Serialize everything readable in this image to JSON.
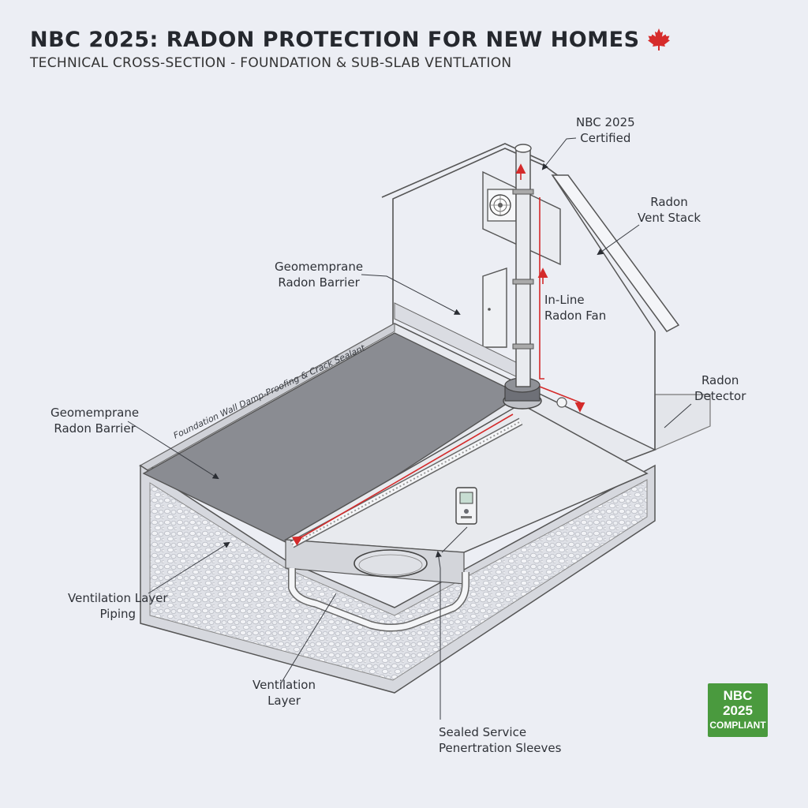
{
  "header": {
    "title": "NBC 2025: RADON PROTECTION FOR NEW HOMES",
    "subtitle": "TECHNICAL CROSS-SECTION - FOUNDATION & SUB-SLAB VENTLATION"
  },
  "labels": {
    "certified_l1": "NBC 2025",
    "certified_l2": "Certified",
    "vent_stack_l1": "Radon",
    "vent_stack_l2": "Vent Stack",
    "barrier_top_l1": "Geomemprane",
    "barrier_top_l2": "Radon Barrier",
    "fan_l1": "In-Line",
    "fan_l2": "Radon Fan",
    "detector_l1": "Radon",
    "detector_l2": "Detector",
    "barrier_left_l1": "Geomemprane",
    "barrier_left_l2": "Radon Barrier",
    "damp_proofing": "Foundation Wall Damp-Proofing & Crack Sealant",
    "piping_l1": "Ventilation Layer",
    "piping_l2": "Piping",
    "vent_layer_l1": "Ventilation",
    "vent_layer_l2": "Layer",
    "sleeves_l1": "Sealed Service",
    "sleeves_l2": "Penertration Sleeves"
  },
  "badge": {
    "line1": "NBC",
    "line2": "2025",
    "line3": "COMPLIANT"
  },
  "colors": {
    "background": "#eceef4",
    "airflow_arrow": "#d42a2a",
    "badge": "#4a9a3e",
    "membrane": "#8a8c92"
  },
  "icons": [
    "maple-leaf-icon",
    "exhaust-fan-icon",
    "radon-detector-icon"
  ]
}
